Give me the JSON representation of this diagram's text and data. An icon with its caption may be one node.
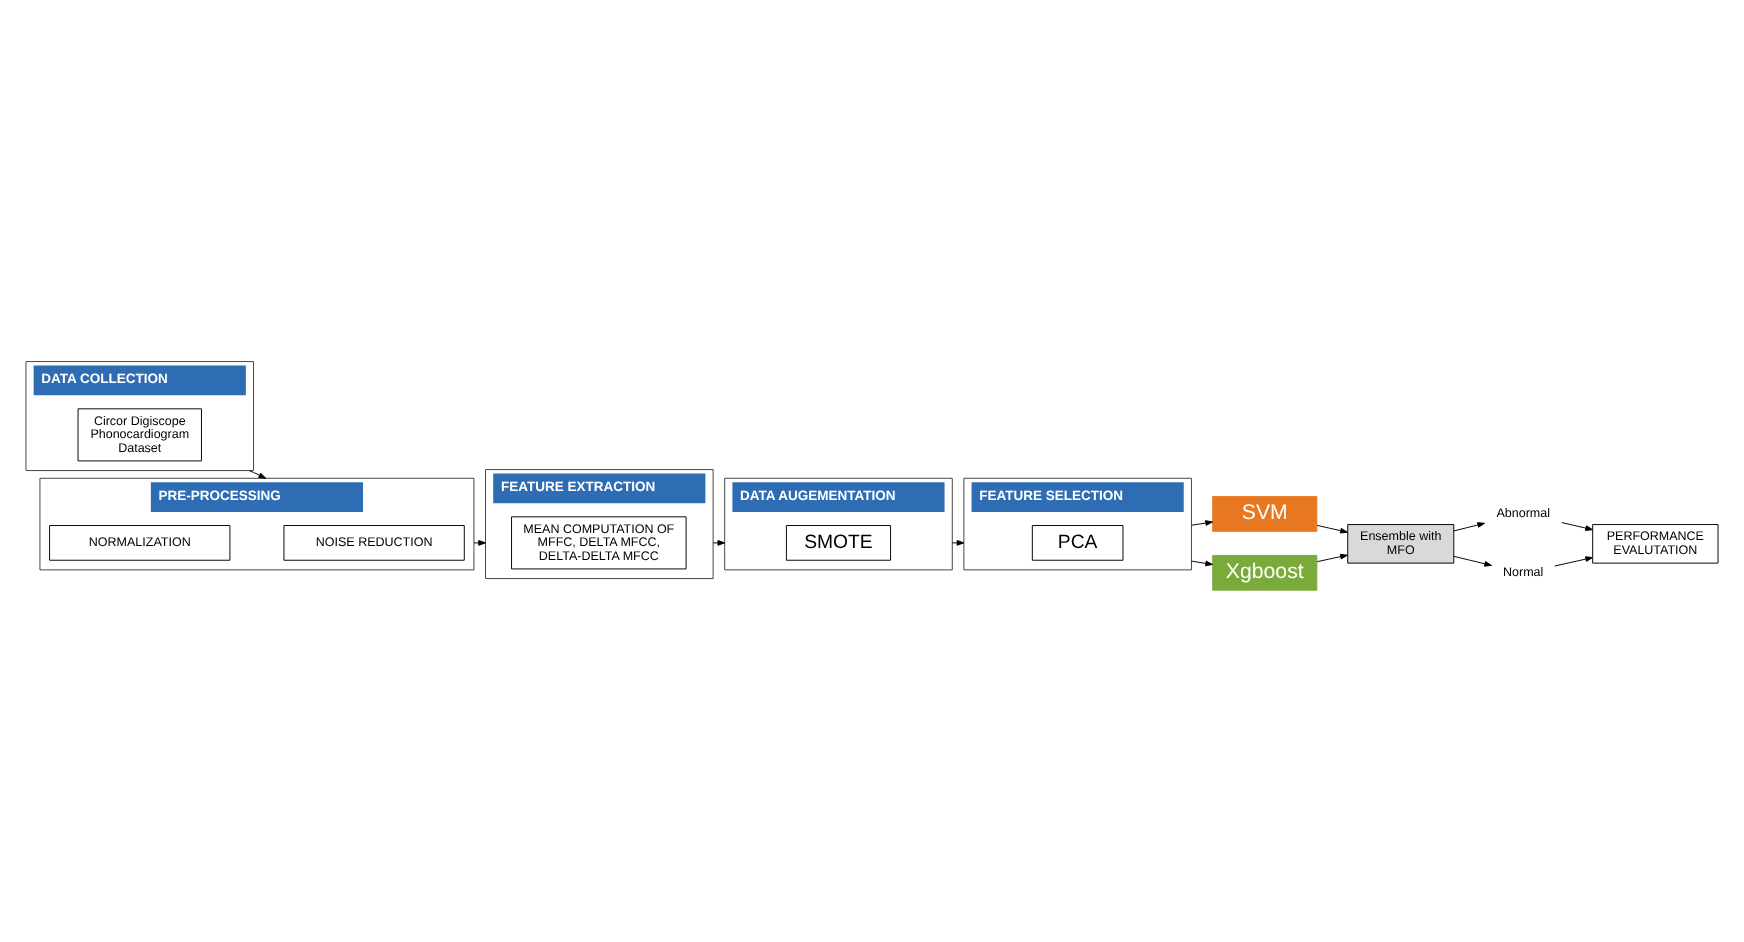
{
  "diagram": {
    "nodes": [
      {
        "text": [
          "DATA COLLECTION"
        ]
      },
      {
        "text": [
          "Circor Digiscope Phonocardiogram Dataset"
        ],
        "in": 0
      },
      {
        "text": [
          "PRE-PROCESSING"
        ]
      },
      {
        "text": [
          "NOISE REDUCTION"
        ],
        "in": 2
      },
      {
        "text": [
          "NORMALIZATION"
        ],
        "in": 2
      },
      {
        "text": [
          "FEATURE SELECTION"
        ]
      },
      {
        "text": [
          "PCA"
        ],
        "in": 5
      },
      {
        "text": [
          "SVM"
        ]
      },
      {
        "text": [
          "Xgboost"
        ]
      },
      {
        "text": [
          "Ensemble with MFO"
        ]
      },
      {
        "text": [
          "Abnormal"
        ]
      },
      {
        "text": [
          "Normal"
        ]
      },
      {
        "text": [
          "FEATURE EXTRACTION"
        ]
      },
      {
        "text": [
          "MEAN COMPUTATION OF MFFC, DELTA MFCC, DELTA-DELTA MFCC"
        ],
        "in": 12
      },
      {
        "text": [
          "DATA AUGEMENTATION"
        ]
      },
      {
        "text": [
          "SMOTE"
        ],
        "in": 14
      },
      {
        "text": [
          "PERFORMANCE EVALUTATION"
        ]
      }
    ],
    "edges": [
      {
        "from": 0,
        "to": 2,
        "arrow": "to"
      },
      {
        "from": 2,
        "to": 12,
        "arrow": "to"
      },
      {
        "from": 12,
        "to": 14,
        "arrow": "to"
      },
      {
        "from": 14,
        "to": 5,
        "arrow": "to"
      },
      {
        "from": 5,
        "to": 7,
        "arrow": "to"
      },
      {
        "from": 5,
        "to": 8,
        "arrow": "to"
      },
      {
        "from": 7,
        "to": 9,
        "arrow": "to"
      },
      {
        "from": 8,
        "to": 9,
        "arrow": "to"
      },
      {
        "from": 9,
        "to": 10,
        "arrow": "to"
      },
      {
        "from": 9,
        "to": 11,
        "arrow": "to"
      },
      {
        "from": 10,
        "to": 16,
        "arrow": "to"
      },
      {
        "from": 11,
        "to": 16,
        "arrow": "to"
      }
    ]
  }
}
